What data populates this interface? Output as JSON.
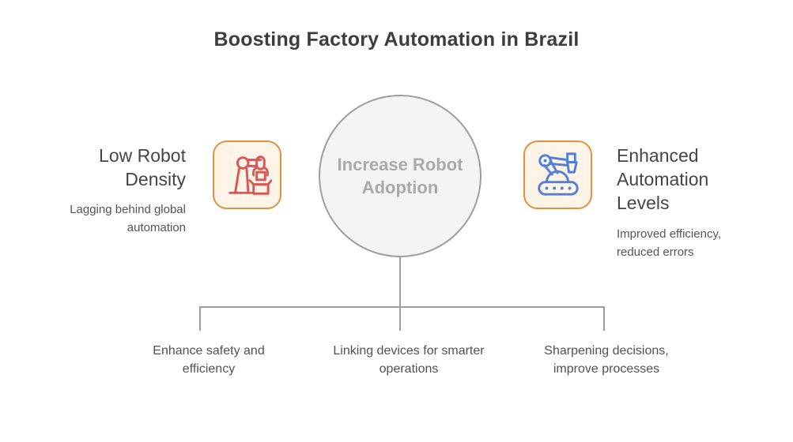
{
  "title": "Boosting Factory Automation in Brazil",
  "center_node": {
    "label": "Increase Robot Adoption"
  },
  "left_node": {
    "title": "Low Robot Density",
    "subtitle": "Lagging behind global automation",
    "icon": "pick-and-place-robot-icon"
  },
  "right_node": {
    "title": "Enhanced Automation Levels",
    "subtitle": "Improved efficiency, reduced errors",
    "icon": "robot-arm-conveyor-icon"
  },
  "branches": [
    {
      "label": "Enhance safety and efficiency"
    },
    {
      "label": "Linking devices for smarter operations"
    },
    {
      "label": "Sharpening decisions, improve processes"
    }
  ],
  "colors": {
    "title_text": "#3d3d3d",
    "node_title_text": "#454545",
    "subtitle_text": "#555555",
    "circle_fill": "#f4f4f4",
    "circle_border": "#9e9e9e",
    "circle_text": "#a9a9a9",
    "connector_line": "#9e9e9e",
    "icon_box_border": "#e2913f",
    "icon_box_background": "#fdf3e6",
    "left_icon_stroke": "#dc5656",
    "right_icon_stroke": "#4f7fd9"
  }
}
